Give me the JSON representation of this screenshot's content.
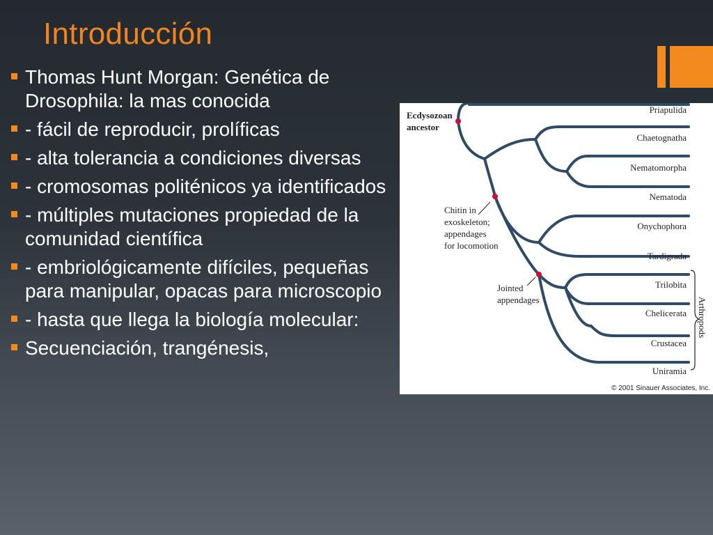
{
  "slide": {
    "title": "Introducción",
    "bullets": [
      " Thomas Hunt Morgan: Genética de Drosophila: la mas conocida",
      "- fácil de reproducir, prolíficas",
      "- alta tolerancia a condiciones diversas",
      "- cromosomas politénicos ya identificados",
      "- múltiples mutaciones propiedad de la comunidad científica",
      "- embriológicamente difíciles, pequeñas para manipular, opacas para microscopio",
      "- hasta que llega la biología molecular:",
      "Secuenciación, trangénesis,"
    ]
  },
  "figure": {
    "root_label_1": "Ecdysozoan",
    "root_label_2": "ancestor",
    "chitin_1": "Chitin in",
    "chitin_2": "exoskeleton;",
    "chitin_3": "appendages",
    "chitin_4": "for locomotion",
    "jointed_1": "Jointed",
    "jointed_2": "appendages",
    "taxa": [
      "Priapulida",
      "Chaetognatha",
      "Nematomorpha",
      "Nematoda",
      "Onychophora",
      "Tardigrada",
      "Trilobita",
      "Chelicerata",
      "Crustacea",
      "Uniramia"
    ],
    "group_label": "Arthropods",
    "copyright": "© 2001 Sinauer Associates, Inc.",
    "colors": {
      "branch": "#2f4b66",
      "node": "#c8103c"
    }
  }
}
